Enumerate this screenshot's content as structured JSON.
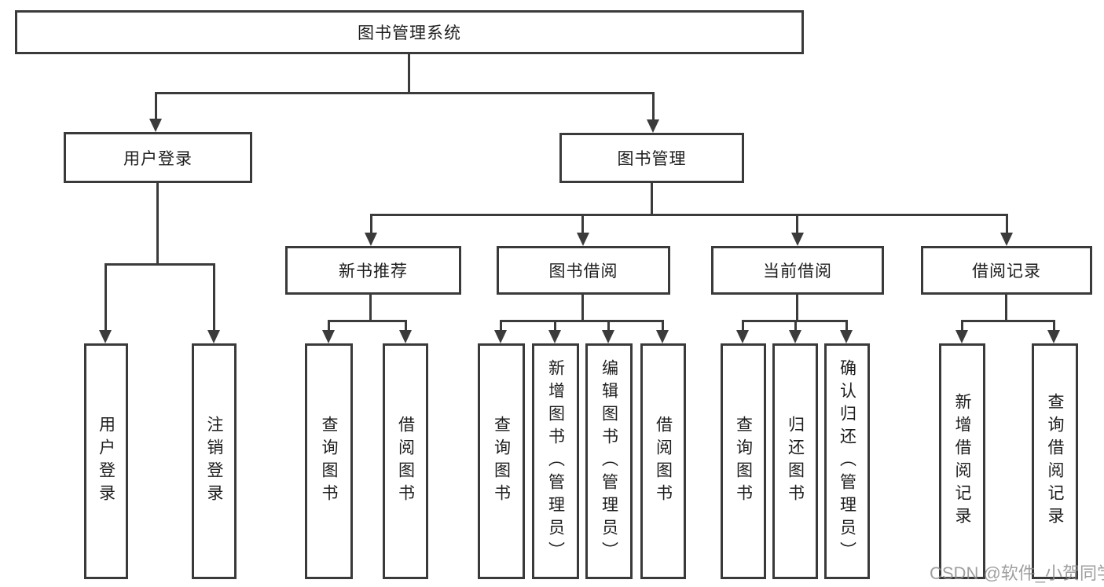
{
  "diagram": {
    "root": {
      "label": "图书管理系统"
    },
    "branches": [
      {
        "label": "用户登录",
        "children": [
          {
            "label": "用户登录"
          },
          {
            "label": "注销登录"
          }
        ]
      },
      {
        "label": "图书管理",
        "children": [
          {
            "label": "新书推荐",
            "children": [
              {
                "label": "查询图书"
              },
              {
                "label": "借阅图书"
              }
            ]
          },
          {
            "label": "图书借阅",
            "children": [
              {
                "label": "查询图书"
              },
              {
                "label": "新增图书（管理员）"
              },
              {
                "label": "编辑图书（管理员）"
              },
              {
                "label": "借阅图书"
              }
            ]
          },
          {
            "label": "当前借阅",
            "children": [
              {
                "label": "查询图书"
              },
              {
                "label": "归还图书"
              },
              {
                "label": "确认归还（管理员）"
              }
            ]
          },
          {
            "label": "借阅记录",
            "children": [
              {
                "label": "新增借阅记录"
              },
              {
                "label": "查询借阅记录"
              }
            ]
          }
        ]
      }
    ]
  },
  "watermark": {
    "text": "CSDN @软件_小贺同学"
  },
  "colors": {
    "background": "#ffffff",
    "box_border": "#3a3a3a",
    "connector_line": "#3b3b3b",
    "text": "#1d1d1d",
    "watermark_text": "#8f8f8f"
  }
}
